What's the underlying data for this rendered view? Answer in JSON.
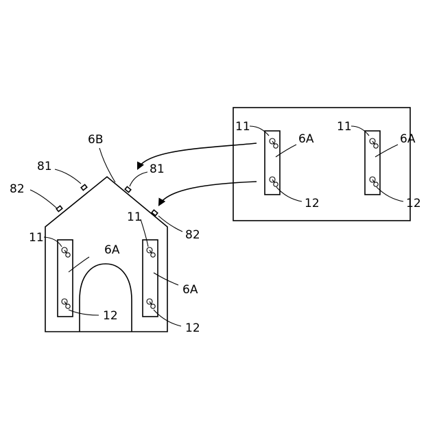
{
  "labels": {
    "hook_upper": "11",
    "hook_lower": "12",
    "plate": "6A",
    "roof_plate": "6B",
    "magnet_upper": "81",
    "magnet_lower": "82"
  }
}
